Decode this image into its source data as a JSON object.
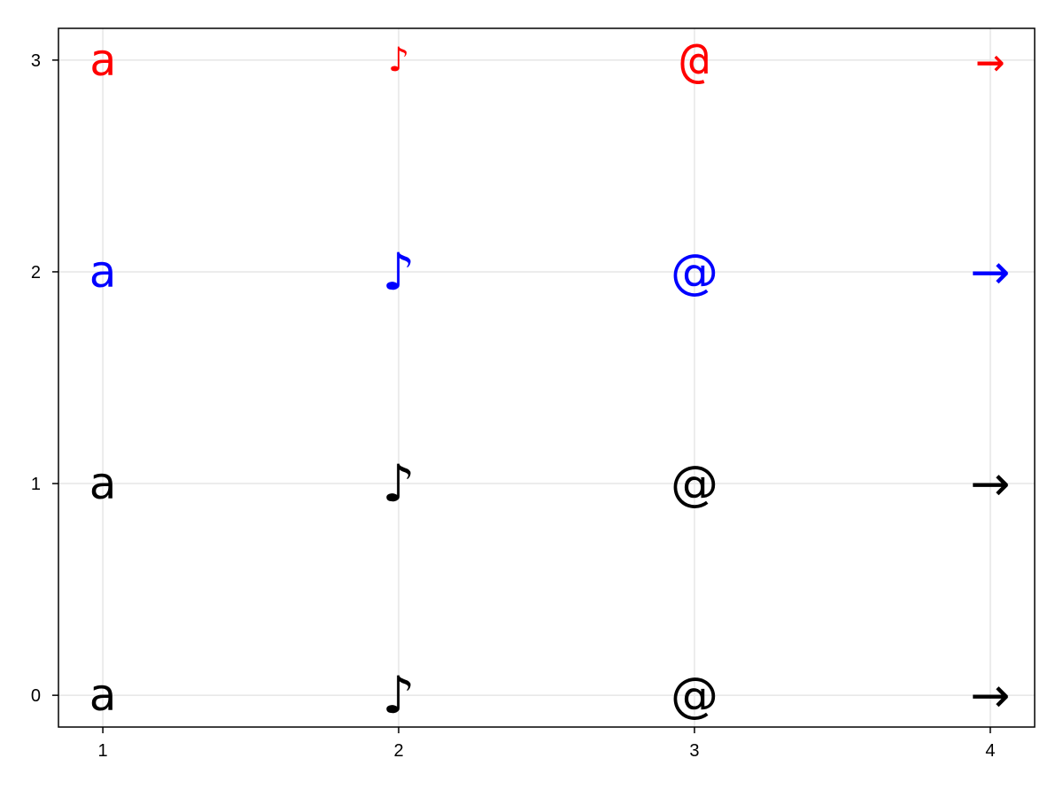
{
  "chart_data": {
    "type": "scatter",
    "title": "",
    "xlabel": "",
    "ylabel": "",
    "xlim": [
      0.85,
      4.15
    ],
    "ylim": [
      -0.15,
      3.15
    ],
    "x_ticks": [
      1,
      2,
      3,
      4
    ],
    "y_ticks": [
      0,
      1,
      2,
      3
    ],
    "grid": true,
    "legend": "none",
    "series": [
      {
        "row": 0,
        "color": "#000000",
        "font_style": "sans",
        "points": [
          {
            "x": 1,
            "y": 0,
            "text": "a"
          },
          {
            "x": 2,
            "y": 0,
            "text": "♪"
          },
          {
            "x": 3,
            "y": 0,
            "text": "@"
          },
          {
            "x": 4,
            "y": 0,
            "text": "→"
          }
        ]
      },
      {
        "row": 1,
        "color": "#000000",
        "font_style": "sans",
        "points": [
          {
            "x": 1,
            "y": 1,
            "text": "a"
          },
          {
            "x": 2,
            "y": 1,
            "text": "♪"
          },
          {
            "x": 3,
            "y": 1,
            "text": "@"
          },
          {
            "x": 4,
            "y": 1,
            "text": "→"
          }
        ]
      },
      {
        "row": 2,
        "color": "#0000ff",
        "font_style": "sans",
        "points": [
          {
            "x": 1,
            "y": 2,
            "text": "a"
          },
          {
            "x": 2,
            "y": 2,
            "text": "♪"
          },
          {
            "x": 3,
            "y": 2,
            "text": "@"
          },
          {
            "x": 4,
            "y": 2,
            "text": "→"
          }
        ]
      },
      {
        "row": 3,
        "color": "#ff0000",
        "font_style": "mono",
        "points": [
          {
            "x": 1,
            "y": 3,
            "text": "a"
          },
          {
            "x": 2,
            "y": 3,
            "text": "♪"
          },
          {
            "x": 3,
            "y": 3,
            "text": "@"
          },
          {
            "x": 4,
            "y": 3,
            "text": "→"
          }
        ]
      }
    ]
  }
}
